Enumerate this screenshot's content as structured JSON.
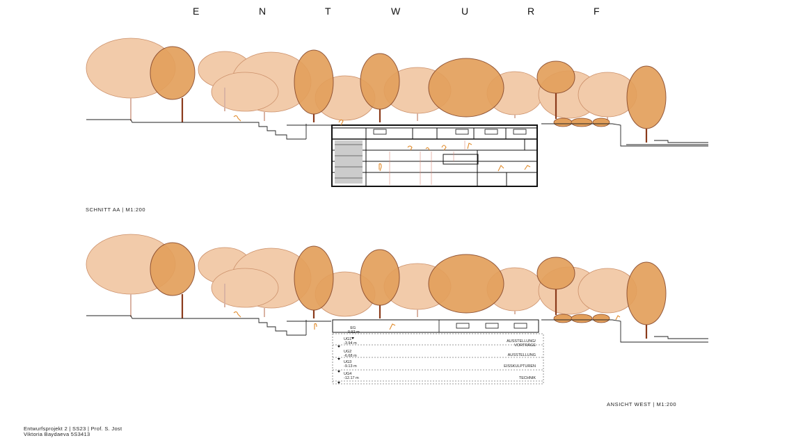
{
  "header": {
    "letters": [
      "E",
      "N",
      "T",
      "W",
      "U",
      "R",
      "F"
    ]
  },
  "section_aa": {
    "caption": "SCHNITT AA  |  M1:200"
  },
  "elevation_west": {
    "caption": "ANSICHT WEST  |  M1:200",
    "levels": [
      {
        "name": "EG",
        "height": "-0.92 m",
        "use": ""
      },
      {
        "name": "UG1",
        "height": "-3.94 m",
        "use": "AUSSTELLUNG/\nVORTRÄGE"
      },
      {
        "name": "UG2",
        "height": "-6.68 m",
        "use": "AUSSTELLUNG"
      },
      {
        "name": "UG3",
        "height": "-9.13 m",
        "use": "EISSKULPTUREN"
      },
      {
        "name": "UG4",
        "height": "-12.17 m",
        "use": "TECHNIK"
      }
    ]
  },
  "footer": {
    "line1": "Entwurfsprojekt 2 | SS23 | Prof. S. Jost",
    "line2": "Viktoria Baydaeva 5S3413"
  },
  "colors": {
    "tree_light": "#f2c9a6",
    "tree_dark": "#e3a05c",
    "tree_stroke": "#8a4a2a",
    "trunk_light": "#d9b3a3",
    "trunk_dark": "#8a3a1a",
    "figure": "#e08a2a"
  }
}
